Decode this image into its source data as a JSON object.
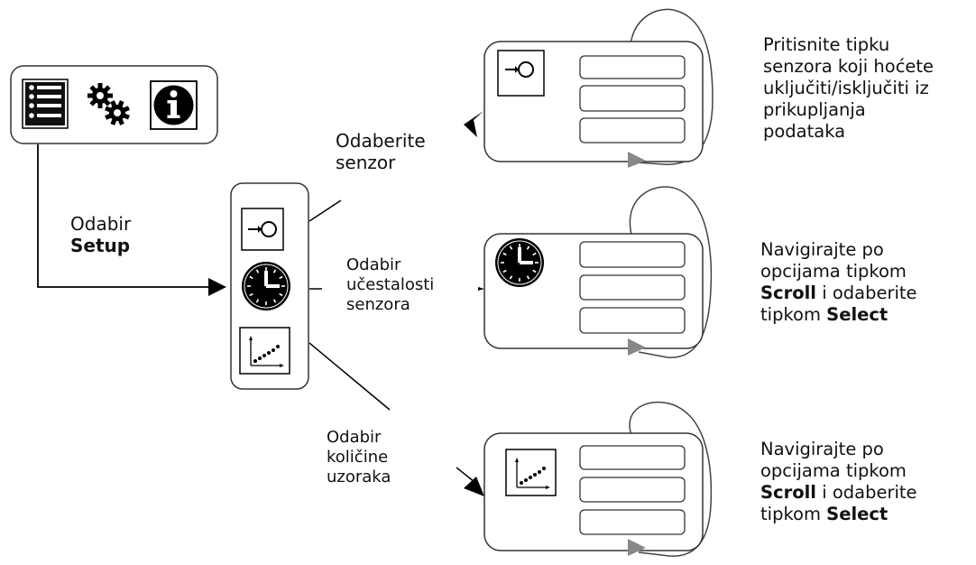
{
  "labels": {
    "setup_select": "Odabir",
    "setup_word": "Setup",
    "choose_sensor_l1": "Odaberite",
    "choose_sensor_l2": "senzor",
    "freq_l1": "Odabir",
    "freq_l2": "učestalosti",
    "freq_l3": "senzora",
    "samples_l1": "Odabir",
    "samples_l2": "količine",
    "samples_l3": "uzoraka"
  },
  "descriptions": {
    "sensor": [
      "Pritisnite tipku",
      "senzora koji hoćete",
      "uključiti/isključiti iz",
      "prikupljanja",
      "podataka"
    ],
    "frequency": {
      "l1": "Navigirajte po",
      "l2": "opcijama tipkom",
      "l3_bold": "Scroll",
      "l3_rest": " i odaberite",
      "l4_rest": "tipkom ",
      "l4_bold": "Select"
    },
    "samples": {
      "l1": "Navigirajte po",
      "l2": "opcijama tipkom",
      "l3_bold": "Scroll",
      "l3_rest": " i odaberite",
      "l4_rest": "tipkom ",
      "l4_bold": "Select"
    }
  },
  "icons": {
    "main_menu": [
      "list-icon",
      "gears-icon",
      "info-icon"
    ],
    "setup_menu": [
      "sensor-icon",
      "clock-icon",
      "graph-icon"
    ]
  }
}
